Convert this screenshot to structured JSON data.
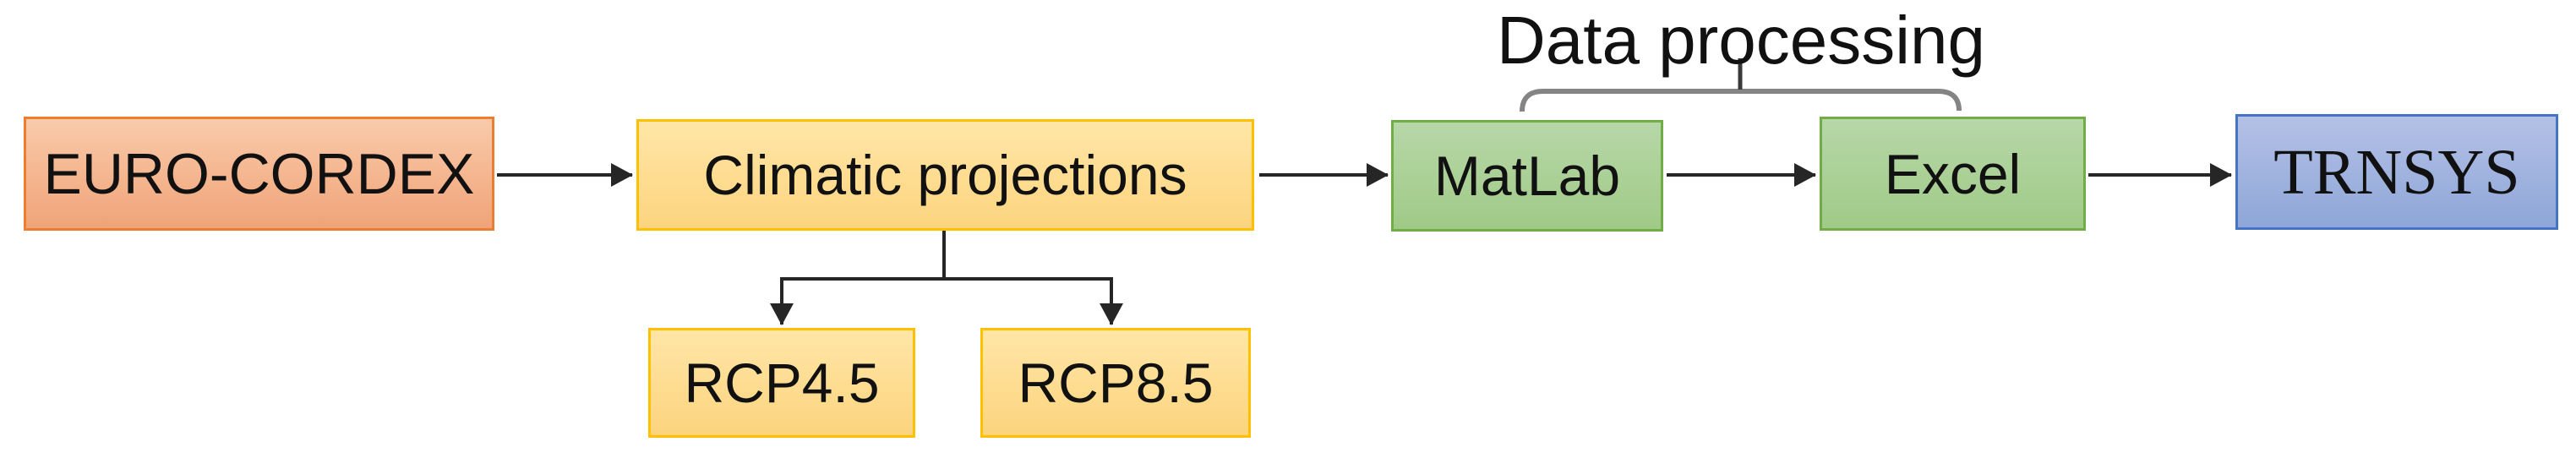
{
  "figure": {
    "annotation": {
      "label": "Data processing"
    },
    "nodes": {
      "euro_cordex": {
        "label": "EURO-CORDEX"
      },
      "climatic": {
        "label": "Climatic projections"
      },
      "rcp45": {
        "label": "RCP4.5"
      },
      "rcp85": {
        "label": "RCP8.5"
      },
      "matlab": {
        "label": "MatLab"
      },
      "excel": {
        "label": "Excel"
      },
      "trnsys": {
        "label": "TRNSYS"
      }
    },
    "colors": {
      "orange_fill_top": "#f9cbaa",
      "orange_fill_bottom": "#f0a378",
      "orange_border": "#ed7d31",
      "gold_fill_top": "#ffe6a7",
      "gold_fill_bottom": "#fcd47e",
      "gold_border": "#ffc000",
      "green_fill_top": "#b7d7a8",
      "green_fill_bottom": "#a0ca87",
      "green_border": "#70ad47",
      "blue_fill_top": "#b4c1e6",
      "blue_fill_bottom": "#8ea6d8",
      "blue_border": "#4472c4",
      "line": "#262626",
      "bracket": "#848484",
      "tick": "#3a3a3a",
      "text": "#111111",
      "bg": "#ffffff"
    }
  }
}
